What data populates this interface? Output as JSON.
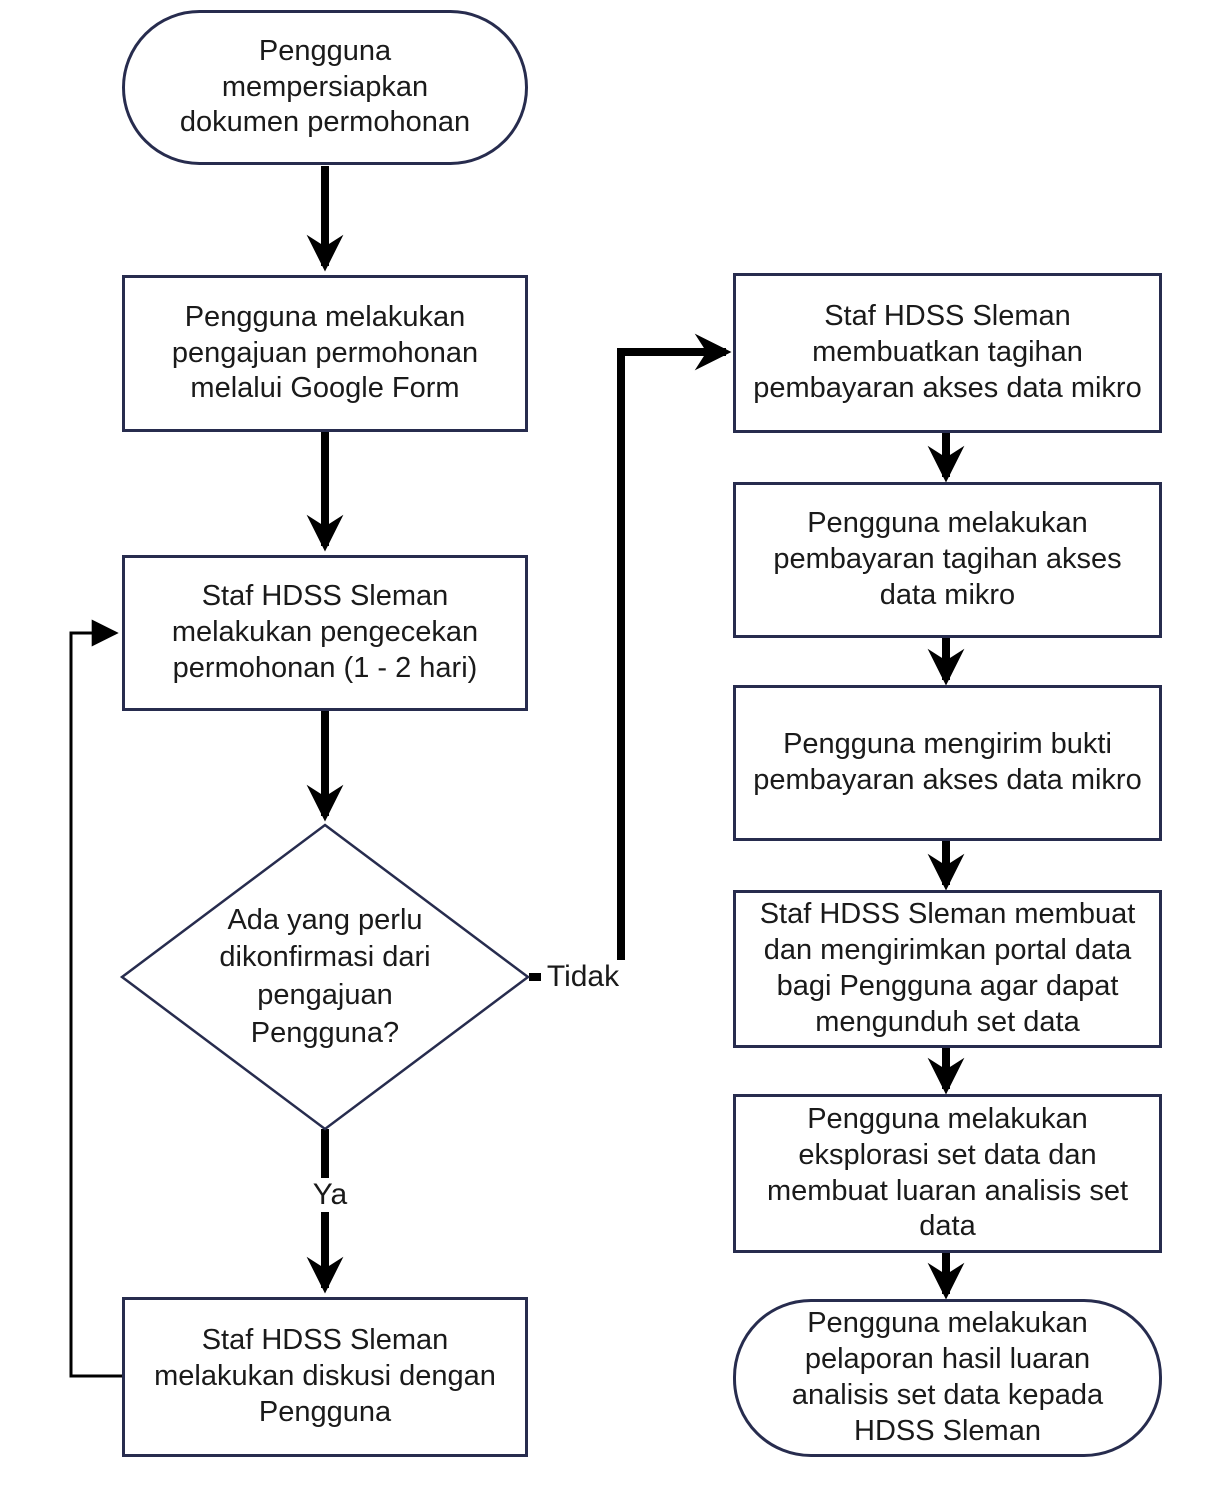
{
  "diagram": {
    "type": "flowchart",
    "nodes": {
      "start": {
        "shape": "terminator",
        "label": "Pengguna\nmempersiapkan\ndokumen permohonan"
      },
      "submit": {
        "shape": "process",
        "label": "Pengguna melakukan\npengajuan permohonan\nmelalui Google Form"
      },
      "check": {
        "shape": "process",
        "label": "Staf HDSS Sleman\nmelakukan pengecekan\npermohonan (1 - 2 hari)"
      },
      "decision": {
        "shape": "decision",
        "label": "Ada yang perlu\ndikonfirmasi dari\npengajuan\nPengguna?"
      },
      "discuss": {
        "shape": "process",
        "label": "Staf HDSS Sleman\nmelakukan diskusi dengan\nPengguna"
      },
      "invoice": {
        "shape": "process",
        "label": "Staf HDSS Sleman\nmembuatkan tagihan\npembayaran akses data mikro"
      },
      "pay": {
        "shape": "process",
        "label": "Pengguna melakukan\npembayaran tagihan akses\ndata mikro"
      },
      "proof": {
        "shape": "process",
        "label": "Pengguna mengirim bukti\npembayaran akses data mikro"
      },
      "portal": {
        "shape": "process",
        "label": "Staf HDSS Sleman membuat\ndan mengirimkan portal data\nbagi Pengguna agar dapat\nmengunduh set data"
      },
      "explore": {
        "shape": "process",
        "label": "Pengguna melakukan\neksplorasi set data dan\nmembuat luaran analisis set\ndata"
      },
      "report": {
        "shape": "terminator",
        "label": "Pengguna melakukan\npelaporan hasil luaran\nanalisis set data kepada\nHDSS Sleman"
      }
    },
    "edge_labels": {
      "ya": "Ya",
      "tidak": "Tidak"
    },
    "edges": [
      {
        "from": "start",
        "to": "submit"
      },
      {
        "from": "submit",
        "to": "check"
      },
      {
        "from": "check",
        "to": "decision"
      },
      {
        "from": "decision",
        "to": "discuss",
        "label": "Ya"
      },
      {
        "from": "decision",
        "to": "invoice",
        "label": "Tidak"
      },
      {
        "from": "discuss",
        "to": "check"
      },
      {
        "from": "invoice",
        "to": "pay"
      },
      {
        "from": "pay",
        "to": "proof"
      },
      {
        "from": "proof",
        "to": "portal"
      },
      {
        "from": "portal",
        "to": "explore"
      },
      {
        "from": "explore",
        "to": "report"
      }
    ],
    "colors": {
      "node_border": "#272c4e",
      "node_fill": "#ffffff",
      "connector": "#000000",
      "text": "#1a1a1a",
      "background": "#ffffff"
    }
  }
}
